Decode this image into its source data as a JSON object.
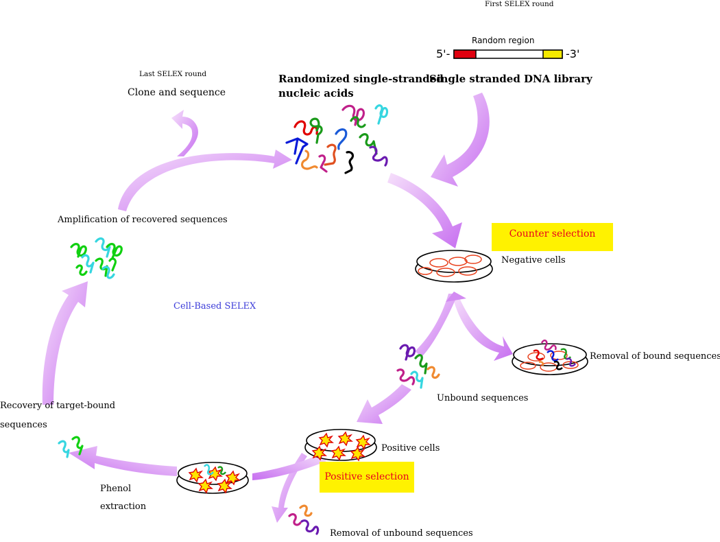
{
  "labels": {
    "first_round": "First SELEX round",
    "random_region": "Random region",
    "five_prime": "5'-",
    "three_prime": "-3'",
    "last_round": "Last SELEX round",
    "clone_sequence": "Clone and sequence",
    "randomized_line1": "Randomized single-stranded",
    "randomized_line2": "nucleic acids",
    "ss_library": "Single stranded DNA library",
    "amplification": "Amplification of recovered sequences",
    "counter_selection": "Counter selection",
    "negative_cells": "Negative cells",
    "cell_based": "Cell-Based SELEX",
    "removal_bound": "Removal of bound sequences",
    "unbound": "Unbound sequences",
    "recovery_line1": "Recovery of target-bound",
    "recovery_line2": "sequences",
    "positive_cells": "Positive cells",
    "positive_selection": "Positive selection",
    "phenol_line1": "Phenol",
    "phenol_line2": "extraction",
    "removal_unbound": "Removal of unbound sequences"
  },
  "colors": {
    "arrow": "#d38bf2",
    "highlight_box": "#fff200",
    "selection_text": "#e8001c",
    "cell_based_text": "#3a3ad8",
    "primer_5": "#e0000f",
    "primer_3": "#f4ea00",
    "cell_outline": "#e8401c",
    "cell_star_fill": "#ffe400"
  },
  "strand_colors": [
    "#e00000",
    "#1a9a1a",
    "#c0208a",
    "#36d6e0",
    "#0a1ad8",
    "#f08a30",
    "#000000",
    "#6a1ab0",
    "#10d010"
  ]
}
